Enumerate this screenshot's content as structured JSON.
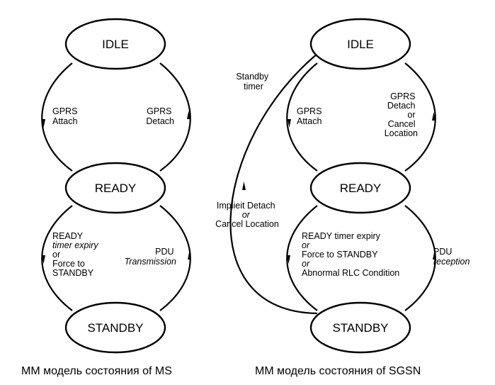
{
  "colors": {
    "background": "#ffffff",
    "ink": "#000000"
  },
  "ms": {
    "caption": "MM модель состояния of MS",
    "states": {
      "idle": "IDLE",
      "ready": "READY",
      "standby": "STANDBY"
    },
    "transitions": {
      "attach": [
        "GPRS",
        "Attach"
      ],
      "detach": [
        "GPRS",
        "Detach"
      ],
      "ready_to_standby": [
        "READY",
        "timer expiry",
        "or",
        "Force to",
        "STANDBY"
      ],
      "pdu": [
        "PDU",
        "Transmission"
      ]
    }
  },
  "sgsn": {
    "caption": "MM модель состояния of SGSN",
    "states": {
      "idle": "IDLE",
      "ready": "READY",
      "standby": "STANDBY"
    },
    "transitions": {
      "attach": [
        "GPRS",
        "Attach"
      ],
      "detach": [
        "GPRS",
        "Detach",
        "or",
        "Cancel",
        "Location"
      ],
      "ready_to_standby": [
        "READY timer expiry",
        "or",
        "Force to STANDBY",
        "or",
        "Abnormal RLC Condition"
      ],
      "pdu": [
        "PDU",
        "reception"
      ],
      "standby_timer": [
        "Standby",
        "timer"
      ],
      "implicit_detach": [
        "Implieit Detach",
        "or",
        "Cancel Location"
      ]
    }
  }
}
